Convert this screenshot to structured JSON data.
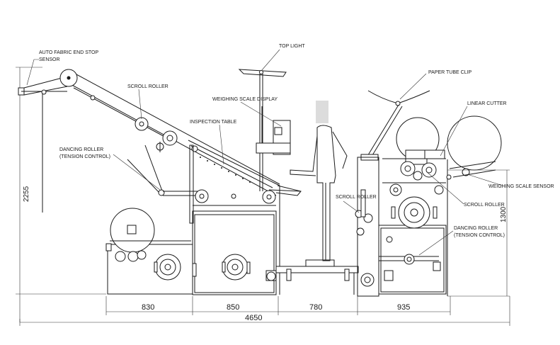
{
  "labels": {
    "auto_fabric_end_stop_1": "AUTO FABRIC END STOP",
    "auto_fabric_end_stop_2": "SENSOR",
    "top_light": "TOP LIGHT",
    "paper_tube_clip": "PAPER TUBE CLIP",
    "scroll_roller_top": "SCROLL ROLLER",
    "weighing_scale_display": "WEIGHING SCALE DISPLAY",
    "linear_cutter": "LINEAR CUTTER",
    "inspection_table": "INSPECTION TABLE",
    "dancing_roller_left_1": "DANCING ROLLER",
    "dancing_roller_left_2": "(TENSION CONTROL)",
    "scroll_roller_mid": "SCROLL ROLLER",
    "weighing_scale_sensor": "WEIGHING SCALE SENSOR",
    "scroll_roller_right": "SCROLL ROLLER",
    "dancing_roller_right_1": "DANCING ROLLER",
    "dancing_roller_right_2": "(TENSION CONTROL)"
  },
  "dimensions": {
    "height_total": "2255",
    "height_right": "1300",
    "width_1": "830",
    "width_2": "850",
    "width_3": "780",
    "width_4": "935",
    "width_total": "4650"
  }
}
